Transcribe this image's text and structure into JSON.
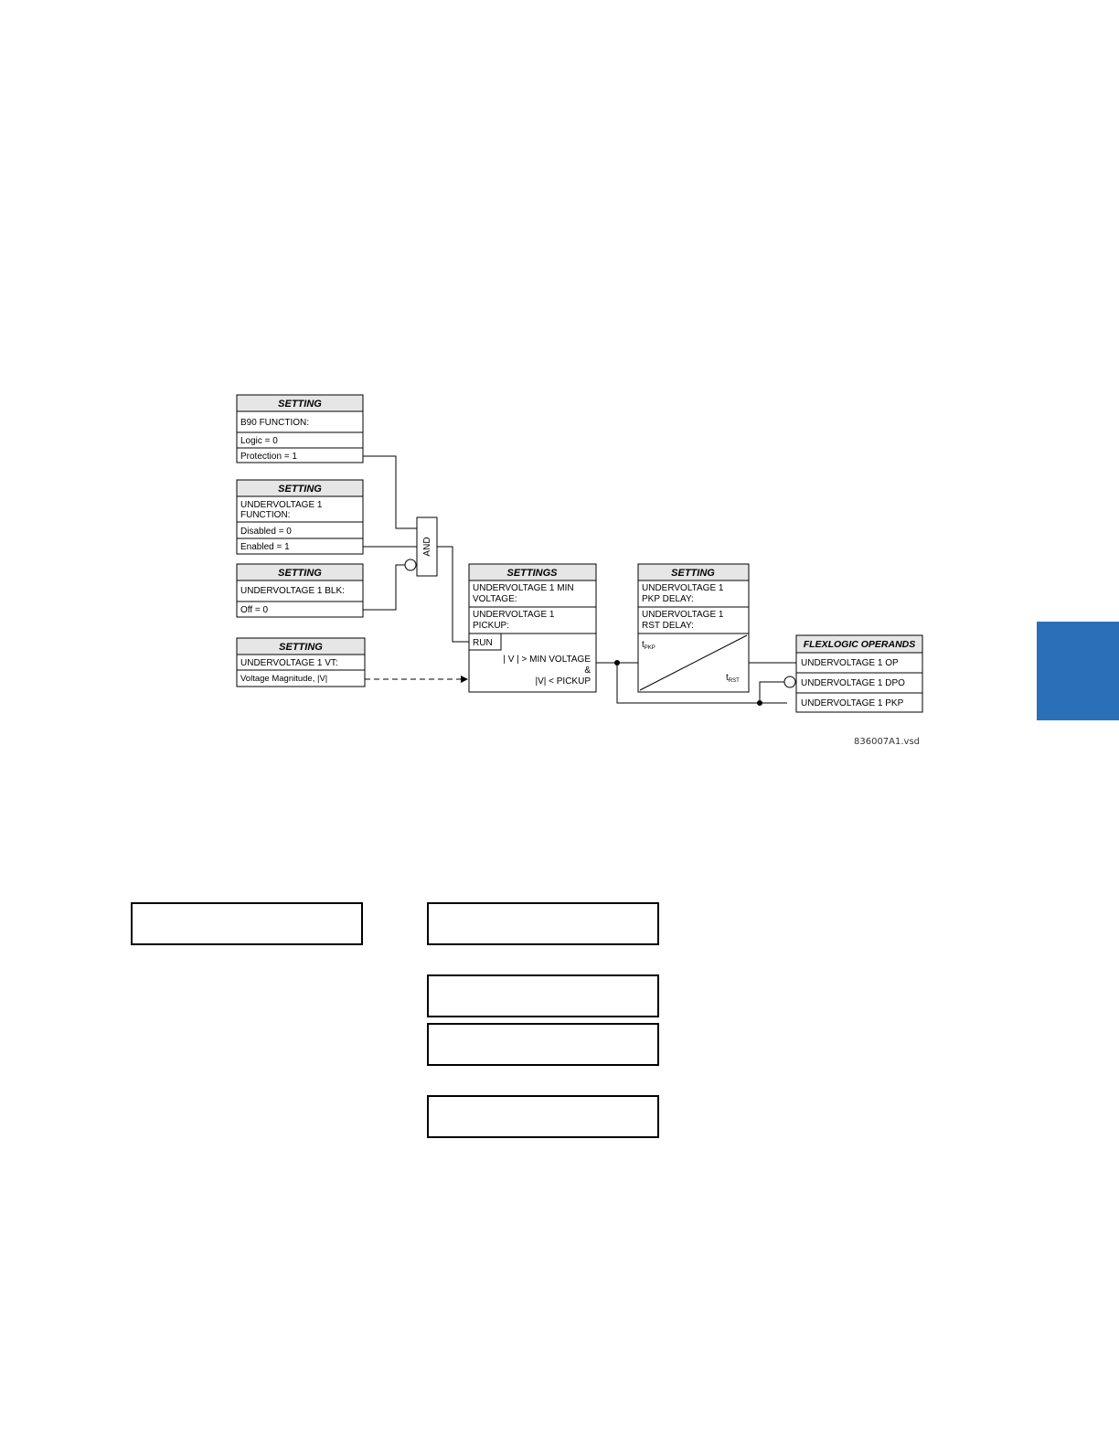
{
  "diagram": {
    "block_b90": {
      "header": "SETTING",
      "title": "B90 FUNCTION:",
      "rows": [
        "Logic = 0",
        "Protection  = 1"
      ]
    },
    "block_uv_function": {
      "header": "SETTING",
      "title_lines": [
        "UNDERVOLTAGE 1",
        "FUNCTION:"
      ],
      "rows": [
        "Disabled = 0",
        "Enabled  = 1"
      ]
    },
    "block_uv_blk": {
      "header": "SETTING",
      "title": "UNDERVOLTAGE 1 BLK:",
      "rows": [
        "Off = 0"
      ]
    },
    "block_uv_vt": {
      "header": "SETTING",
      "title": "UNDERVOLTAGE 1 VT:",
      "rows": [
        "Voltage Magnitude, |V|"
      ]
    },
    "and_gate": {
      "label": "AND"
    },
    "block_settings": {
      "header": "SETTINGS",
      "rows": [
        [
          "UNDERVOLTAGE 1 MIN",
          "VOLTAGE:"
        ],
        [
          "UNDERVOLTAGE 1",
          "PICKUP:"
        ]
      ],
      "run_label": "RUN",
      "condition_lines": [
        "| V | > MIN VOLTAGE",
        "&",
        "|V| < PICKUP"
      ]
    },
    "block_delay": {
      "header": "SETTING",
      "rows": [
        [
          "UNDERVOLTAGE 1",
          "PKP DELAY:"
        ],
        [
          "UNDERVOLTAGE 1",
          "RST DELAY:"
        ]
      ],
      "tpkp": "t",
      "tpkp_sub": "PKP",
      "trst": "t",
      "trst_sub": "RST"
    },
    "block_operands": {
      "header": "FLEXLOGIC OPERANDS",
      "rows": [
        "UNDERVOLTAGE 1 OP",
        "UNDERVOLTAGE 1 DPO",
        "UNDERVOLTAGE 1 PKP"
      ]
    },
    "file_name": "836007A1.vsd"
  },
  "colors": {
    "header_fill": "#e6e6e6",
    "side_tab": "#2a70b8"
  }
}
